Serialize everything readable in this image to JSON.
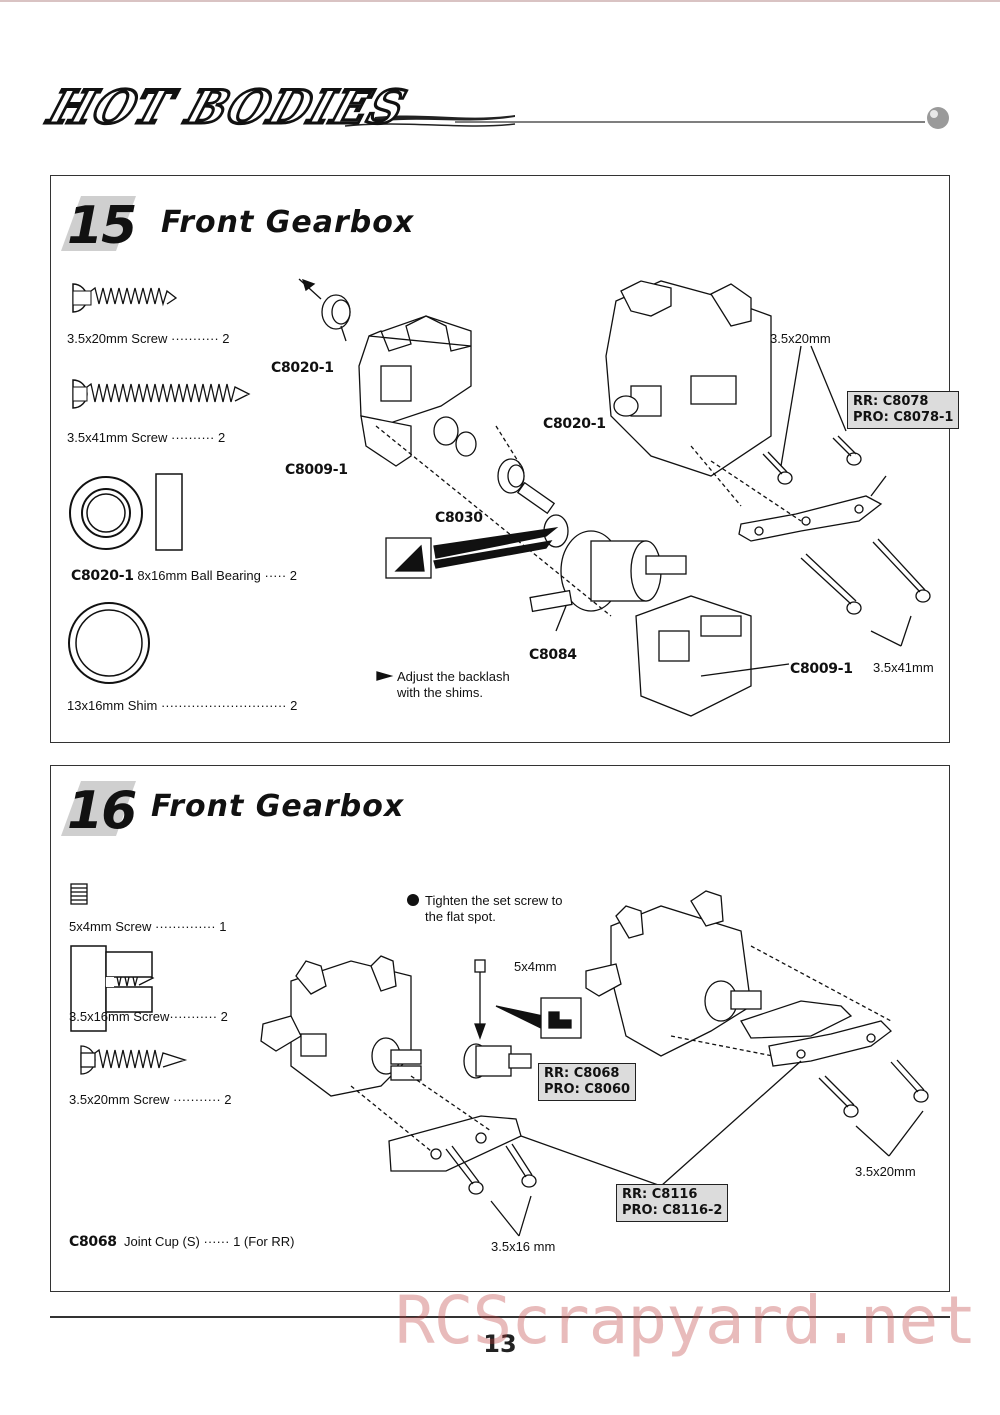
{
  "header": {
    "brand_logo": "HOT BODIES"
  },
  "step15": {
    "number": "15",
    "title": "Front Gearbox",
    "parts_list": [
      {
        "name": "3.5x20mm Screw",
        "dots": "···········",
        "qty": "2"
      },
      {
        "name": "3.5x41mm  Screw",
        "dots": "··········",
        "qty": "2"
      },
      {
        "code": "C8020-1",
        "name": "8x16mm Ball Bearing",
        "dots": "·····",
        "qty": "2"
      },
      {
        "name": "13x16mm Shim",
        "dots": "·····························",
        "qty": "2"
      }
    ],
    "callouts": {
      "c8020_top": "C8020-1",
      "c8009_left": "C8009-1",
      "c8020_mid": "C8020-1",
      "c8030": "C8030",
      "c8084": "C8084",
      "c8009_right": "C8009-1",
      "screw_top": "3.5x20mm",
      "screw_bottom": "3.5x41mm"
    },
    "plate_box": {
      "line1": "RR: C8078",
      "line2": "PRO: C8078-1"
    },
    "note": {
      "line1": "Adjust the backlash",
      "line2": "with the shims."
    }
  },
  "step16": {
    "number": "16",
    "title": "Front Gearbox",
    "parts_list": [
      {
        "name": "5x4mm  Screw",
        "dots": "··············",
        "qty": "1"
      },
      {
        "name": "3.5x16mm  Screw",
        "dots": "···········",
        "qty": "2"
      },
      {
        "name": "3.5x20mm  Screw",
        "dots": "···········",
        "qty": "2"
      },
      {
        "code": "C8068",
        "name": "Joint Cup (S)",
        "dots": "······",
        "qty": "1 (For RR)"
      }
    ],
    "note": {
      "line1": "Tighten the set screw to",
      "line2": "the flat spot."
    },
    "callouts": {
      "set_screw": "5x4mm",
      "screw_right": "3.5x20mm",
      "screw_bottom": "3.5x16 mm"
    },
    "cup_box": {
      "line1": "RR: C8068",
      "line2": "PRO: C8060"
    },
    "plate_box": {
      "line1": "RR: C8116",
      "line2": "PRO: C8116-2"
    }
  },
  "footer": {
    "page_number": "13",
    "watermark": "RCScrapyard.net"
  }
}
